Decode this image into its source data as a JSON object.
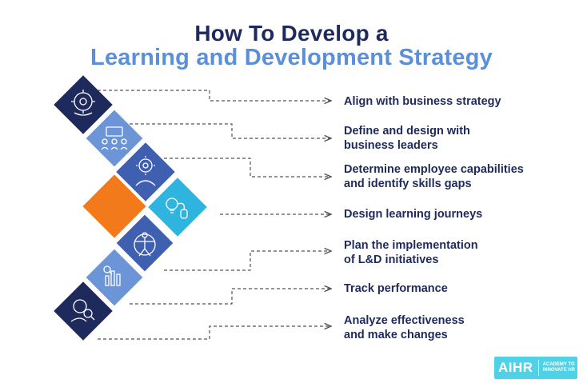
{
  "title": {
    "line1": "How To Develop a",
    "line2": "Learning and Development Strategy"
  },
  "steps": [
    {
      "lines": [
        "Align with business strategy"
      ],
      "icon": "brain-gear-icon",
      "color": "#1f2a5c"
    },
    {
      "lines": [
        "Define and design with",
        "business leaders"
      ],
      "icon": "meeting-icon",
      "color": "#6b95d6"
    },
    {
      "lines": [
        "Determine employee capabilities",
        "and identify skills gaps"
      ],
      "icon": "person-gear-icon",
      "color": "#3f5fb0"
    },
    {
      "lines": [
        "Design learning journeys"
      ],
      "icon": "idea-path-icon",
      "color": "#2fb4e0"
    },
    {
      "lines": [
        "Plan the implementation",
        "of L&D initiatives"
      ],
      "icon": "vitruvian-icon",
      "color": "#3f5fb0"
    },
    {
      "lines": [
        "Track performance"
      ],
      "icon": "chart-magnifier-icon",
      "color": "#6b95d6"
    },
    {
      "lines": [
        "Analyze effectiveness",
        "and make changes"
      ],
      "icon": "analyst-icon",
      "color": "#1f2a5c"
    }
  ],
  "center_color": "#f27a1a",
  "connector_color": "#555555",
  "logo": {
    "main": "AIHR",
    "sub_line1": "ACADEMY TO",
    "sub_line2": "INNOVATE HR"
  }
}
